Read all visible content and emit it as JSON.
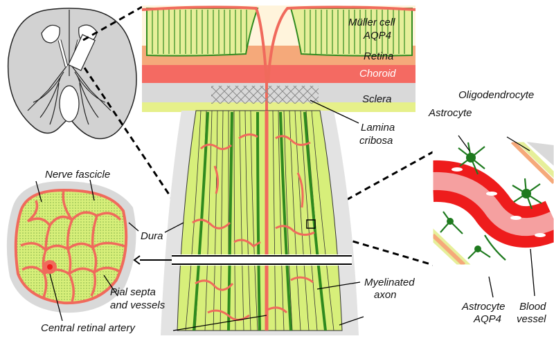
{
  "labels": {
    "muller_cell": "Müller cell",
    "aqp4_top": "AQP4",
    "retina": "Retina",
    "choroid": "Choroid",
    "sclera": "Sclera",
    "lamina": "Lamina",
    "cribosa": "cribosa",
    "oligodendrocyte": "Oligodendrocyte",
    "astrocyte": "Astrocyte",
    "nerve_fascicle": "Nerve fascicle",
    "dura": "Dura",
    "pial_septa": "Pial septa",
    "and_vessels": "and vessels",
    "central_retinal_artery": "Central retinal artery",
    "myelinated": "Myelinated",
    "axon": "axon",
    "astrocyte_aqp4_line1": "Astrocyte",
    "astrocyte_aqp4_line2": "AQP4",
    "blood": "Blood",
    "vessel": "vessel"
  },
  "colors": {
    "nerve_fill": "#d7ef7a",
    "muller_green": "#2f8a1f",
    "vessel_red": "#f06a5c",
    "dark_red": "#ee1c1c",
    "retina_orange": "#f5a97a",
    "choroid_red": "#f46a62",
    "sclera_gray": "#d9d9d9",
    "sheath_gray": "#e3e3e3",
    "brain_gray": "#d2d2d2"
  }
}
